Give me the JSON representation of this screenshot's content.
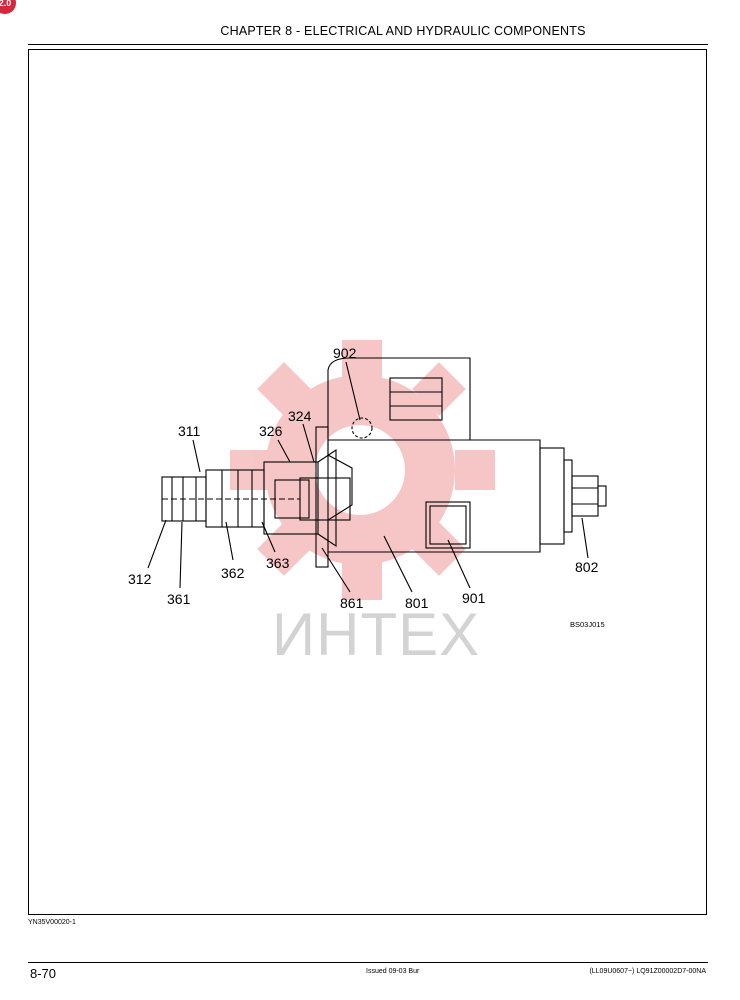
{
  "header": {
    "chapter_title": "CHAPTER 8 - ELECTRICAL AND HYDRAULIC COMPONENTS",
    "badge": "2.0"
  },
  "figure": {
    "drawing_code": "BS03J015",
    "figure_id": "YN35V00020-1",
    "watermark": "ИНТЕХ",
    "callouts": {
      "c902": "902",
      "c324": "324",
      "c326": "326",
      "c311": "311",
      "c312": "312",
      "c361": "361",
      "c362": "362",
      "c363": "363",
      "c861": "861",
      "c801": "801",
      "c901": "901",
      "c802": "802"
    }
  },
  "footer": {
    "page_number": "8-70",
    "issued": "Issued 09-03   Bur",
    "doc_code": "(LL09U0607~)   LQ91Z00002D7-00NA"
  },
  "colors": {
    "watermark": "#f4b4b4",
    "line": "#000000"
  }
}
